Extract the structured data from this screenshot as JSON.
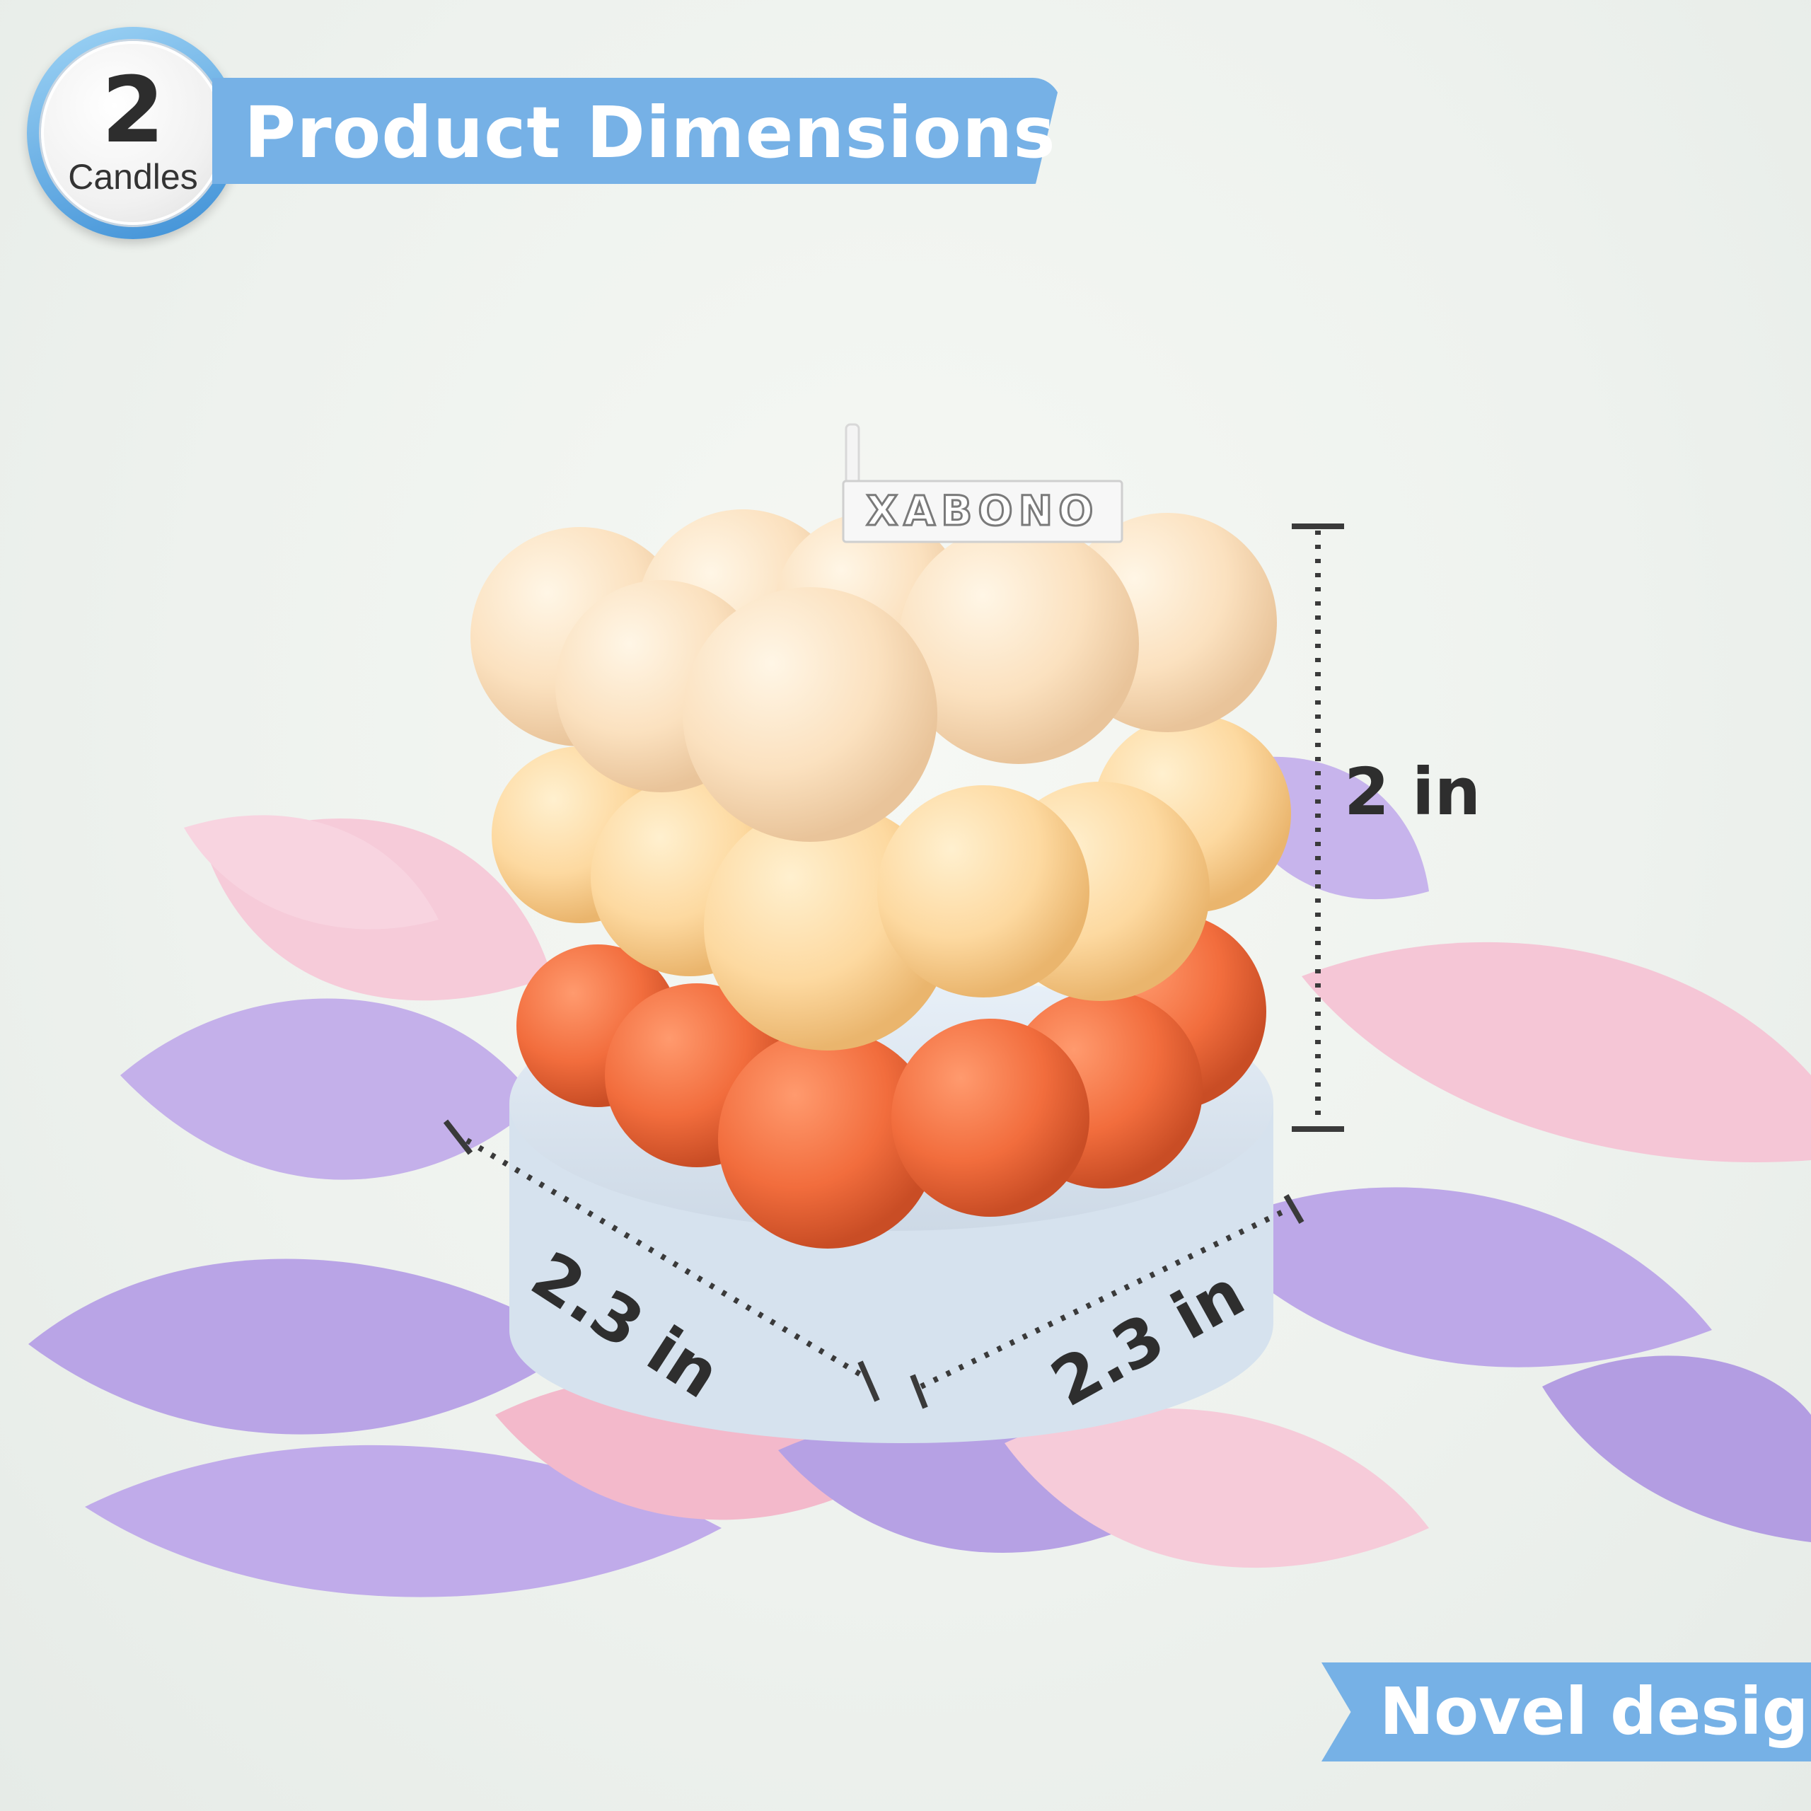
{
  "badge": {
    "number": "2",
    "label": "Candles"
  },
  "header": {
    "title": "Product Dimensions"
  },
  "product": {
    "brand_tag": "XABONO"
  },
  "dimensions": {
    "height": "2 in",
    "width": "2.3 in",
    "depth": "2.3 in"
  },
  "footer": {
    "tagline": "Novel design"
  },
  "colors": {
    "accent_blue": "#76b1e6",
    "candle_top": "#fbe1bf",
    "candle_middle": "#fdd9a0",
    "candle_bottom": "#f26d3d",
    "base_plate": "#dde8f3",
    "leaf_purple": "#b9a4e6",
    "leaf_pink": "#f5c6d6"
  }
}
